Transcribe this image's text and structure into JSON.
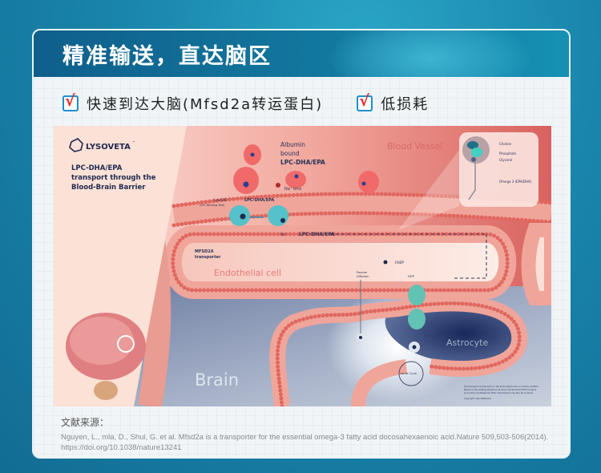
{
  "header": {
    "title": "精准输送，直达脑区"
  },
  "features": [
    {
      "check": "√",
      "label": "快速到达大脑(Mfsd2a转运蛋白)"
    },
    {
      "check": "√",
      "label": "低损耗"
    }
  ],
  "illustration": {
    "logo": "LYSOVETA",
    "logo_tm": "™",
    "heading": [
      "LPC-DHA/EPA",
      "transport through the",
      "Blood-Brain Barrier"
    ],
    "albumin": [
      "Albumin",
      "bound",
      "LPC-DHA/EPA"
    ],
    "na_ions": "Na⁺ ions",
    "blood_vessel": "Blood Vessel",
    "lys436": "Lys436",
    "lys436_sub": "(LPC Binding Site)",
    "lpc_small": "LPC-DHA/EPA",
    "lpc_label": "LPC-DHA/EPA",
    "na": "Na⁺",
    "mfsd2a": [
      "MFSD2A",
      "transporter"
    ],
    "endothelial": "Endothelial cell",
    "brain": "Brain",
    "astrocyte": "Astrocyte",
    "fabp": "FABP",
    "passive": [
      "Passive",
      "Diffusion"
    ],
    "fatp": "FATP",
    "coa": "CoA",
    "lands": "Lands Cycle",
    "inset": {
      "choline": "Choline",
      "phosphate": "Phosphate",
      "glycerol": "Glycerol",
      "omega": "Omega 3 (EPA/DHA)"
    },
    "footnote": [
      "The transport mechanisms on the brain-lateral side is not fully clarified.",
      "Based on the existing literature we have indicated the FATP transport",
      "as a prime candidate but other mechanisms may also be involved."
    ],
    "copyright": "Copyright: Alan BioMarine"
  },
  "reference": {
    "heading": "文献来源：",
    "line1": "Nguyen, L., mla, D., Shui, G. et al. Mfsd2a is a transporter for the essential omega-3 fatty acid docosahexaenoic acid.Nature 509,503-506(2014).",
    "line2": "https://doi.org/10.1038/nature13241"
  },
  "colors": {
    "header": "#0f5f8c",
    "check": "#e52a2a",
    "navy": "#1f2a4f",
    "membrane": "#e0675f"
  }
}
